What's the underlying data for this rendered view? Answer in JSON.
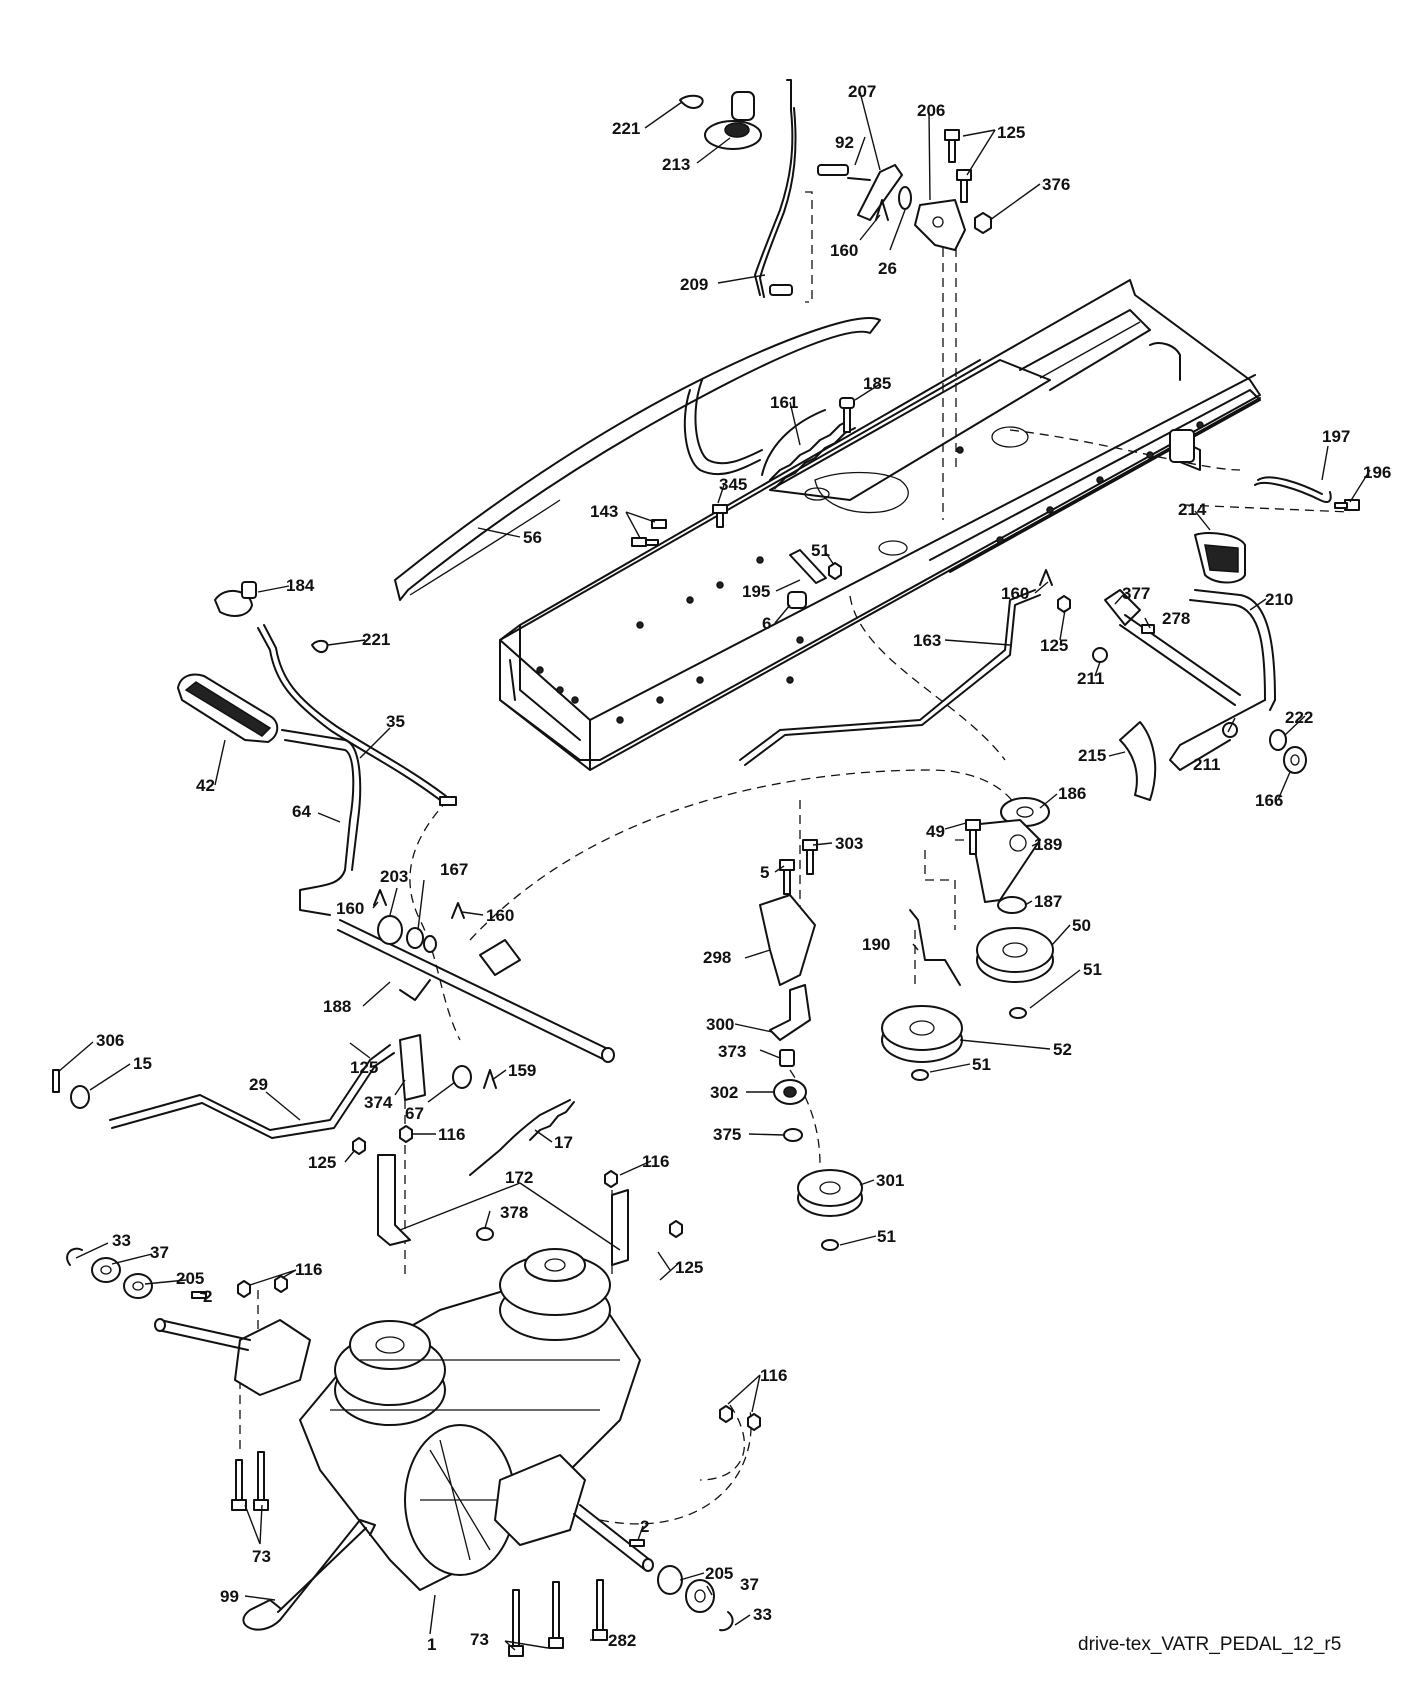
{
  "caption": "drive-tex_VATR_PEDAL_12_r5",
  "callouts": {
    "c221a": "221",
    "c213": "213",
    "c207": "207",
    "c206": "206",
    "c125a": "125",
    "c92": "92",
    "c376": "376",
    "c160a": "160",
    "c26": "26",
    "c209": "209",
    "c185": "185",
    "c161": "161",
    "c345": "345",
    "c143": "143",
    "c56": "56",
    "c51a": "51",
    "c195": "195",
    "c6": "6",
    "c184": "184",
    "c221b": "221",
    "c35": "35",
    "c42": "42",
    "c64": "64",
    "c197": "197",
    "c196": "196",
    "c214": "214",
    "c210": "210",
    "c160b": "160",
    "c377": "377",
    "c278": "278",
    "c163": "163",
    "c125b": "125",
    "c211a": "211",
    "c211b": "211",
    "c222": "222",
    "c215": "215",
    "c166": "166",
    "c186": "186",
    "c49": "49",
    "c303": "303",
    "c189": "189",
    "c5": "5",
    "c187": "187",
    "c203": "203",
    "c167": "167",
    "c160c": "160",
    "c160d": "160",
    "c298": "298",
    "c190": "190",
    "c50": "50",
    "c51b": "51",
    "c188": "188",
    "c300": "300",
    "c52": "52",
    "c373": "373",
    "c51c": "51",
    "c306": "306",
    "c15": "15",
    "c29": "29",
    "c159": "159",
    "c125c": "125",
    "c374": "374",
    "c67": "67",
    "c302": "302",
    "c17": "17",
    "c375": "375",
    "c116a": "116",
    "c125d": "125",
    "c301": "301",
    "c172": "172",
    "c116b": "116",
    "c378": "378",
    "c51d": "51",
    "c33a": "33",
    "c37a": "37",
    "c116c": "116",
    "c205a": "205",
    "c2a": "2",
    "c125e": "125",
    "c116d": "116",
    "c2b": "2",
    "c73a": "73",
    "c205b": "205",
    "c37b": "37",
    "c99": "99",
    "c33b": "33",
    "c1": "1",
    "c73b": "73",
    "c282": "282"
  }
}
